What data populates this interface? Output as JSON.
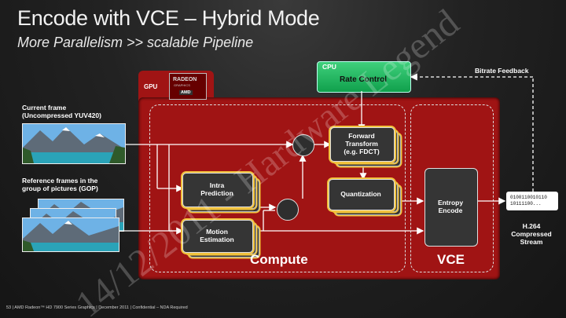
{
  "title": "Encode  with VCE – Hybrid Mode",
  "subtitle": "More Parallelism >> scalable Pipeline",
  "gpu": {
    "label": "GPU",
    "logo": {
      "line1": "RADEON",
      "line2": "GRAPHICS",
      "line3": "AMD"
    }
  },
  "cpu": {
    "label": "CPU",
    "block": "Rate Control"
  },
  "inputs": {
    "current_frame": [
      "Current frame",
      "(Uncompressed YUV420)"
    ],
    "reference_frames": [
      "Reference frames in the",
      "group of pictures (GOP)"
    ]
  },
  "blocks": {
    "forward_transform": [
      "Forward",
      "Transform",
      "(e.g. FDCT)"
    ],
    "quantization": "Quantization",
    "intra_prediction": [
      "Intra",
      "Prediction"
    ],
    "motion_estimation": [
      "Motion",
      "Estimation"
    ],
    "entropy_encode": [
      "Entropy",
      "Encode"
    ]
  },
  "sections": {
    "compute": "Compute",
    "vce": "VCE"
  },
  "feedback": "Bitrate Feedback",
  "output": {
    "bits": [
      "0100110010110",
      "10111100..."
    ],
    "label": [
      "H.264",
      "Compressed",
      "Stream"
    ]
  },
  "footer": "53  |  AMD Radeon™ HD 7900 Series Graphics  |  December 2011  |  Confidential – NDA Required",
  "watermark": "14/12/2011 - Hardware Legend",
  "colors": {
    "gpu_red": "#a01414",
    "cpu_green": "#2dbf6a",
    "block_gold": "#f1c23c"
  }
}
